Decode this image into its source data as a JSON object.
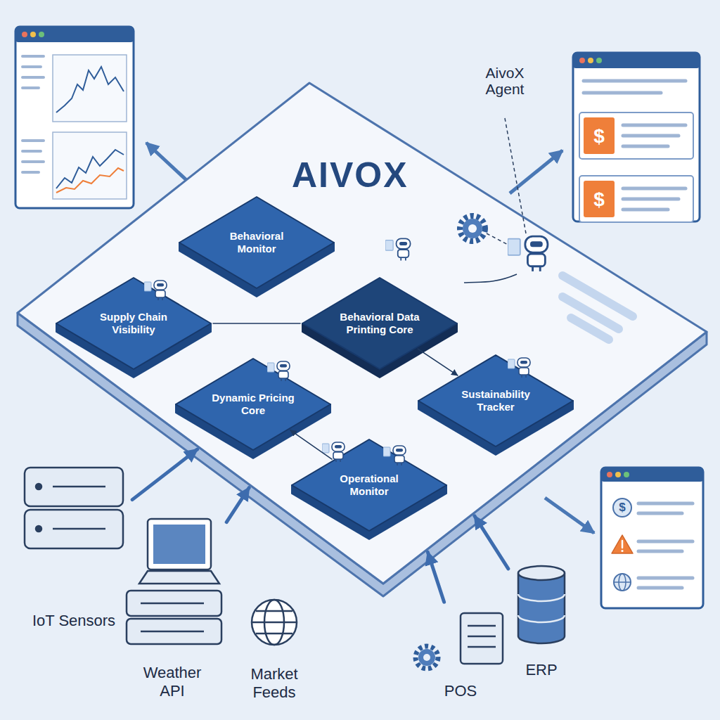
{
  "diagram": {
    "nodes": [
      {
        "text": [
          "AIVOX"
        ]
      },
      {
        "text": [
          "Behavioral Monitor"
        ],
        "in": 0
      },
      {
        "text": [
          "Supply Chain Visibility"
        ],
        "in": 0
      },
      {
        "text": [
          "Behavioral Data Printing Core"
        ],
        "in": 0
      },
      {
        "text": [
          "Sustainability Tracker"
        ],
        "in": 0
      },
      {
        "text": [
          "Dynamic Pricing Core"
        ],
        "in": 0
      },
      {
        "text": [
          "Operational Monitor"
        ],
        "in": 0
      },
      {
        "text": [
          "IoT Sensors"
        ]
      },
      {
        "text": [
          "Weather API"
        ]
      },
      {
        "text": [
          "Market Feeds"
        ]
      },
      {
        "text": [
          "POS"
        ]
      },
      {
        "text": [
          "ERP"
        ]
      }
    ],
    "edges": [
      {
        "from": 7,
        "to": 0,
        "arrow": "to"
      },
      {
        "from": 8,
        "to": 0,
        "arrow": "to"
      },
      {
        "from": 10,
        "to": 0,
        "arrow": "to"
      },
      {
        "from": 11,
        "to": 0,
        "arrow": "to"
      },
      {
        "from": 2,
        "to": 3,
        "arrow": "none"
      },
      {
        "from": 3,
        "to": 4,
        "arrow": "to"
      },
      {
        "from": 6,
        "to": 5,
        "arrow": "to"
      }
    ],
    "labels": [
      "AivoX Agent",
      "$",
      "$",
      "$"
    ]
  }
}
